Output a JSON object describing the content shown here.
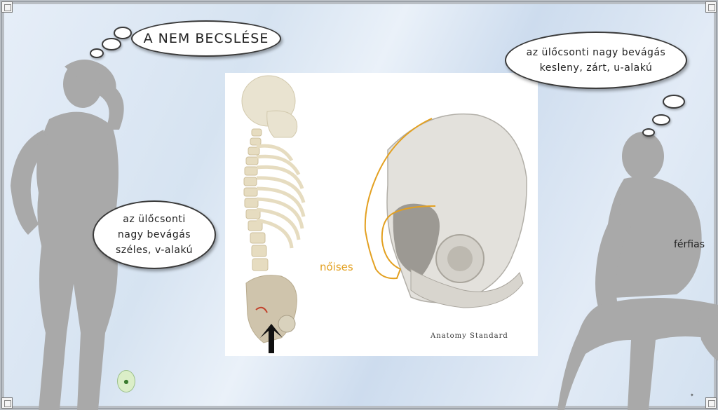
{
  "title": "A NEM BECSLÉSE",
  "bubbles": {
    "male": {
      "line1": "az ülőcsonti nagy bevágás",
      "line2": "kesleny, zárt, u-alakú"
    },
    "female": {
      "line1": "az ülőcsonti",
      "line2": "nagy bevágás",
      "line3": "széles, v-alakú"
    }
  },
  "figure": {
    "label_male": "férfias",
    "label_female": "nőises",
    "credit": "Anatomy Standard"
  },
  "colors": {
    "female_outline": "#e3a020",
    "silhouette": "#a9a9a9",
    "bone": "#e9e3d0",
    "arrow": "#111111"
  },
  "icons": {
    "logo": "frog-logo-icon",
    "arrow": "arrow-up-icon"
  }
}
